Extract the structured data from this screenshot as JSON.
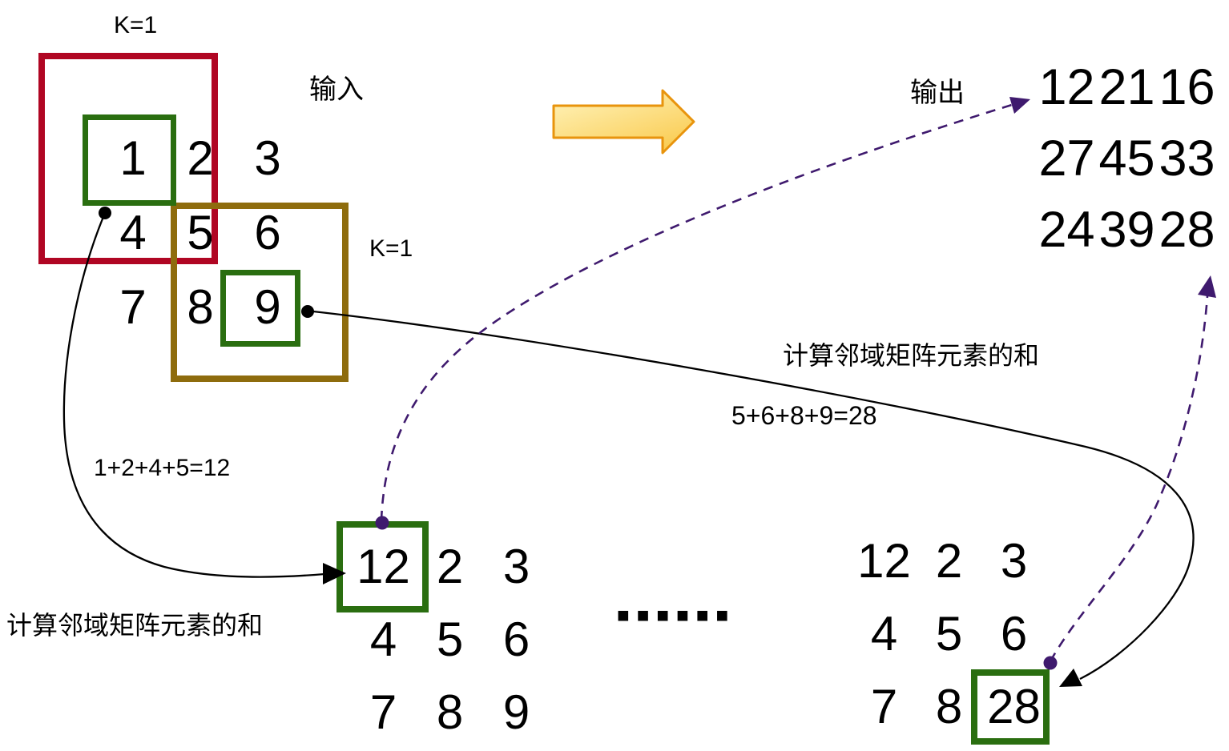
{
  "title": "matrix-neighborhood-sum-diagram",
  "labels": {
    "k_top": "K=1",
    "k_right": "K=1",
    "input": "输入",
    "output": "输出",
    "sum_note_right": "计算邻域矩阵元素的和",
    "equation_right": "5+6+8+9=28",
    "equation_left": "1+2+4+5=12",
    "sum_note_left": "计算邻域矩阵元素的和",
    "ellipsis_dots": "■■■■■■"
  },
  "matrices": {
    "input": {
      "rows": [
        [
          "1",
          "2",
          "3"
        ],
        [
          "4",
          "5",
          "6"
        ],
        [
          "7",
          "8",
          "9"
        ]
      ]
    },
    "output": {
      "rows": [
        [
          "12",
          "21",
          "16"
        ],
        [
          "27",
          "45",
          "33"
        ],
        [
          "24",
          "39",
          "28"
        ]
      ]
    },
    "step1": {
      "rows": [
        [
          "12",
          "2",
          "3"
        ],
        [
          "4",
          "5",
          "6"
        ],
        [
          "7",
          "8",
          "9"
        ]
      ]
    },
    "steplast": {
      "rows": [
        [
          "12",
          "2",
          "3"
        ],
        [
          "4",
          "5",
          "6"
        ],
        [
          "7",
          "8",
          "28"
        ]
      ]
    }
  },
  "colors": {
    "red_box": "#B00623",
    "olive_box": "#8E6C0D",
    "green_box": "#2A6E10",
    "purple_connector": "#3F1A6E",
    "black_connector": "#000000",
    "arrow_fill_light": "#FFF5C0",
    "arrow_fill_dark": "#FACD55",
    "arrow_border": "#E8940D"
  }
}
